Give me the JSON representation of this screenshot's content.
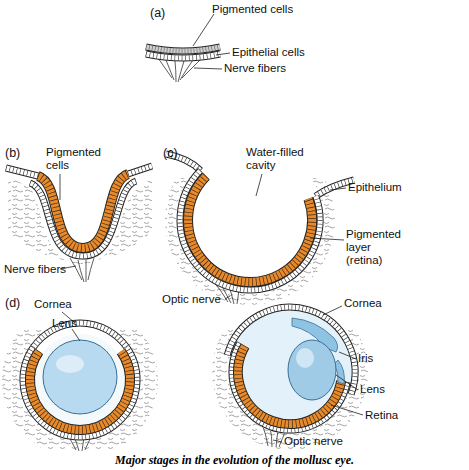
{
  "diagram": {
    "caption": "Major stages in the evolution of the mollusc eye.",
    "labels": [
      "(a)",
      "Pigmented cells",
      "Epithelial cells",
      "Nerve fibers",
      "(b)",
      "Pigmented cells",
      "(c)",
      "Water-filled cavity",
      "Epithelium",
      "Pigmented layer (retina)",
      "Nerve fibers",
      "Optic nerve",
      "(d)",
      "Cornea",
      "Lens",
      "Cornea",
      "Iris",
      "Lens",
      "Retina",
      "Optic nerve"
    ]
  }
}
